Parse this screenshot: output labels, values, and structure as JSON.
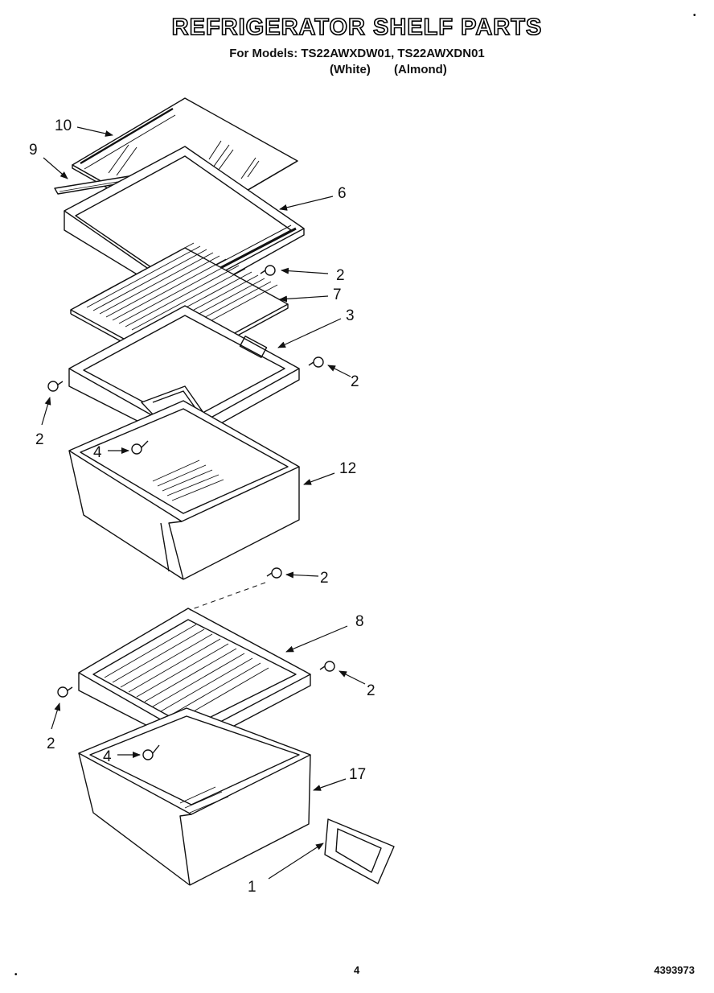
{
  "header": {
    "title": "REFRIGERATOR SHELF PARTS",
    "models_line": "For Models: TS22AWXDW01, TS22AWXDN01",
    "variant_white": "(White)",
    "variant_almond": "(Almond)"
  },
  "callouts": {
    "c10": "10",
    "c9": "9",
    "c6": "6",
    "c2a": "2",
    "c7": "7",
    "c3": "3",
    "c2b": "2",
    "c2c": "2",
    "c4a": "4",
    "c12": "12",
    "c2d": "2",
    "c8": "8",
    "c2e": "2",
    "c2f": "2",
    "c4b": "4",
    "c17": "17",
    "c1": "1"
  },
  "footer": {
    "page_number": "4",
    "doc_number": "4393973"
  }
}
